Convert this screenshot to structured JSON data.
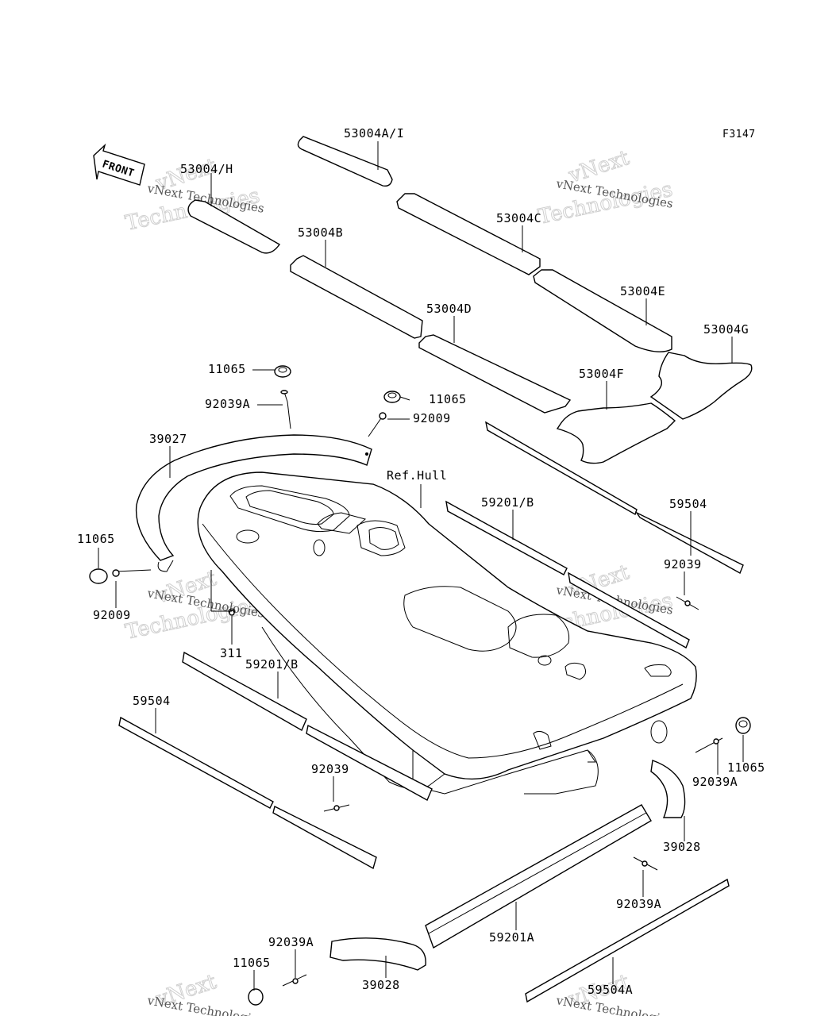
{
  "figure_code": "F3147",
  "front_label": "FRONT",
  "watermark": {
    "line_big_1": "vNext",
    "line_big_2": "Technologies",
    "line_small": "vNext Technologies"
  },
  "parts": {
    "mat_a": "53004A/I",
    "mat_h": "53004/H",
    "mat_b": "53004B",
    "mat_c": "53004C",
    "mat_d": "53004D",
    "mat_e": "53004E",
    "mat_f": "53004F",
    "mat_g": "53004G",
    "cap_top": "11065",
    "rivet_top": "92039A",
    "cap_top2": "11065",
    "screw_top": "92009",
    "bumper_front": "39027",
    "ref_hull": "Ref.Hull",
    "rail_upper": "59201/B",
    "strip_upper": "59504",
    "cap_left": "11065",
    "screw_left": "92009",
    "rivet_right": "92039",
    "nut_311": "311",
    "rail_left": "59201/B",
    "strip_left": "59504",
    "rivet_left": "92039",
    "cap_right": "11065",
    "rivet_right_a": "92039A",
    "bumper_rear_right": "39028",
    "rivet_rear": "92039A",
    "rail_lower": "59201A",
    "rivet_lower": "92039A",
    "cap_bottom": "11065",
    "bumper_rear_left": "39028",
    "strip_lower": "59504A"
  }
}
